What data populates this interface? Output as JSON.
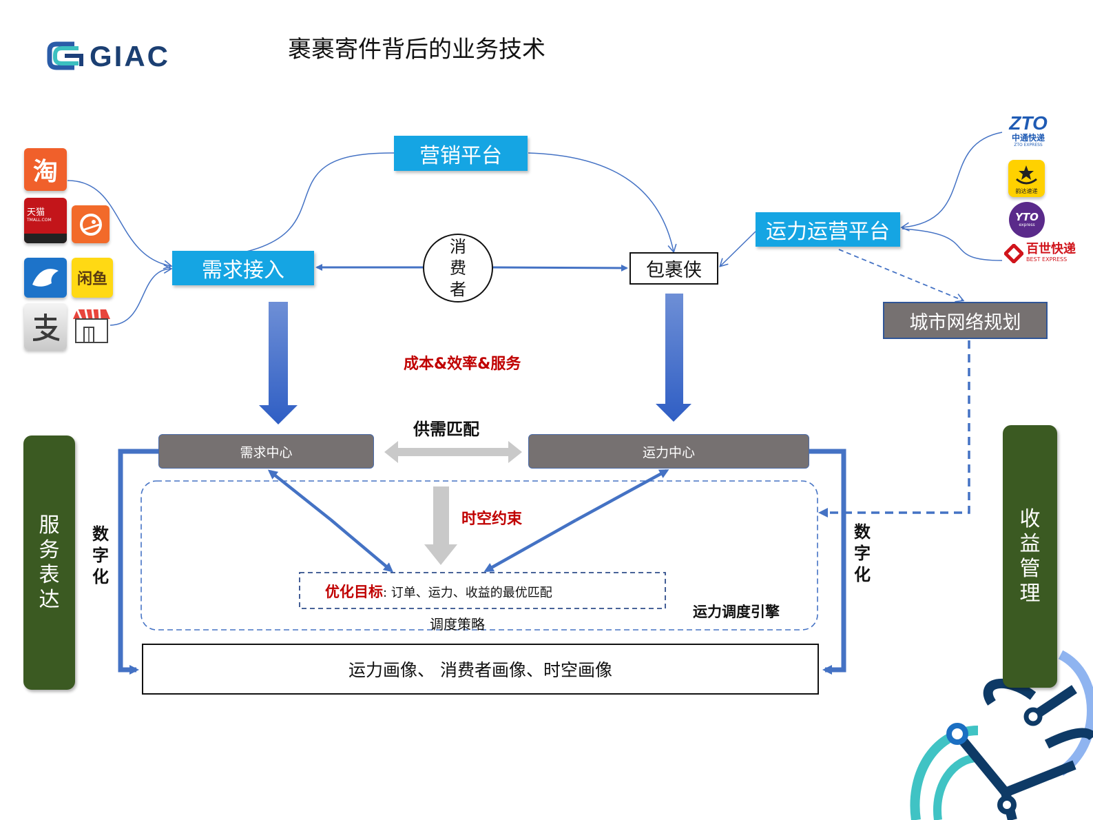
{
  "header": {
    "logo_text": "GIAC",
    "title": "裹裹寄件背后的业务技术"
  },
  "nodes": {
    "marketing": "营销平台",
    "demand_access": "需求接入",
    "consumer": [
      "消",
      "费",
      "者"
    ],
    "courier": "包裹侠",
    "capacity_ops": "运力运营平台",
    "city_network": "城市网络规划",
    "demand_center": "需求中心",
    "capacity_center": "运力中心",
    "profile_bar": "运力画像、 消费者画像、时空画像",
    "service_expression": "服务表达",
    "revenue_management": "收益管理"
  },
  "labels": {
    "cost_efficiency": "成本&效率&服务",
    "supply_demand": "供需匹配",
    "spacetime": "时空约束",
    "digital_left": "数字化",
    "digital_right": "数字化",
    "opt_goal_prefix": "优化目标",
    "opt_goal_text": ": 订单、运力、收益的最优匹配",
    "strategy": "调度策略",
    "engine": "运力调度引擎"
  },
  "apps_left": {
    "taobao": "淘",
    "tmall": "天猫",
    "tmall_sub": "TMALL.COM",
    "xianyu": "闲鱼"
  },
  "apps_right": {
    "zto": "ZTO",
    "zto_cn": "中通快递",
    "zto_en": "ZTO EXPRESS",
    "yunda": "韵达速递",
    "yto": "YTO",
    "yto_sub": "express",
    "best": "百世快递",
    "best_en": "BEST EXPRESS"
  },
  "colors": {
    "accent_blue": "#15a5e3",
    "arrow_blue": "#4472c4",
    "highlight_red": "#c00000",
    "dark_gray": "#767171",
    "dark_green": "#3b5a22"
  }
}
